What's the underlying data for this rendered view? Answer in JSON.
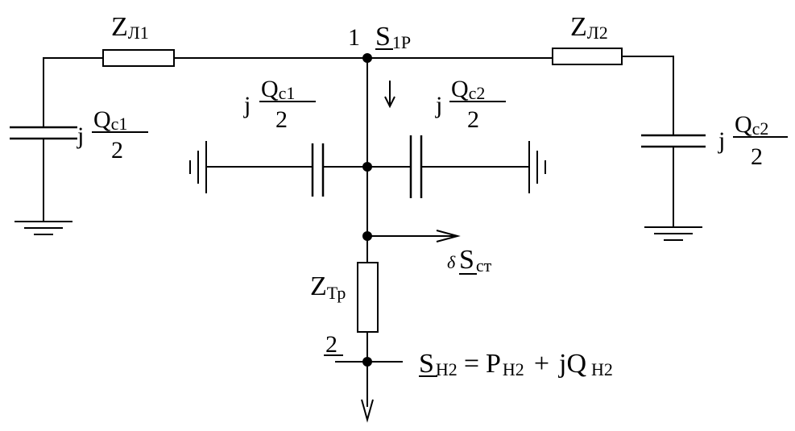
{
  "line1": {
    "Z": "Z",
    "Z_sub": "Л1"
  },
  "line2": {
    "Z": "Z",
    "Z_sub": "Л2"
  },
  "transformer": {
    "Z": "Z",
    "Z_sub": "Тр"
  },
  "node1": {
    "number": "1",
    "S": "S",
    "S_sub": "1Р"
  },
  "node2": {
    "number": "2"
  },
  "cap_line1_outer": {
    "j": "j",
    "Q": "Q",
    "Q_sub": "c1",
    "den": "2"
  },
  "cap_line1_inner": {
    "j": "j",
    "Q": "Q",
    "Q_sub": "c1",
    "den": "2"
  },
  "cap_line2_inner": {
    "j": "j",
    "Q": "Q",
    "Q_sub": "c2",
    "den": "2"
  },
  "cap_line2_outer": {
    "j": "j",
    "Q": "Q",
    "Q_sub": "c2",
    "den": "2"
  },
  "losses": {
    "delta": "δ",
    "S": "S",
    "S_sub": "ст"
  },
  "load": {
    "S": "S",
    "S_sub": "Н2",
    "eq": "=",
    "P": "P",
    "P_sub": "Н2",
    "plus": "+",
    "jQ": "jQ",
    "Q_sub": "Н2"
  }
}
